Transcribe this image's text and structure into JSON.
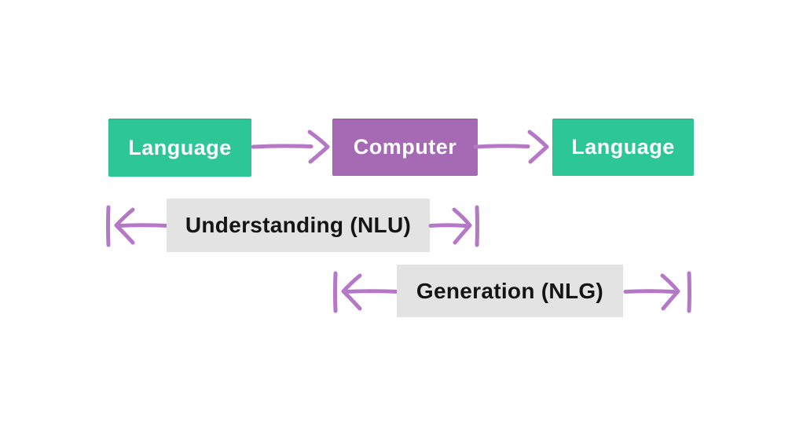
{
  "colors": {
    "background": "#ffffff",
    "green": "#2cc795",
    "purple": "#a66ab5",
    "arrow": "#b478c6",
    "gray": "#e3e3e3",
    "box_text": "#ffffff",
    "label_text": "#141414"
  },
  "diagram": {
    "boxes": [
      {
        "id": "language-input",
        "label": "Language",
        "color": "green"
      },
      {
        "id": "computer",
        "label": "Computer",
        "color": "purple"
      },
      {
        "id": "language-output",
        "label": "Language",
        "color": "green"
      }
    ],
    "flow_arrows": [
      {
        "id": "flow-language-to-computer",
        "direction": "right"
      },
      {
        "id": "flow-computer-to-language",
        "direction": "right"
      }
    ],
    "spans": [
      {
        "id": "nlu",
        "label": "Understanding (NLU)"
      },
      {
        "id": "nlg",
        "label": "Generation (NLG)"
      }
    ]
  }
}
